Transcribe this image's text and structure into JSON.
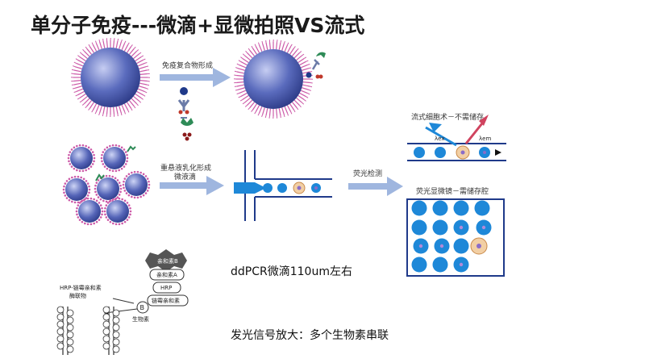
{
  "slide": {
    "title": "单分子免疫---微滴+显微拍照VS流式",
    "note_ddpcr": "ddPCR微滴110um左右",
    "note_signal": "发光信号放大：多个生物素串联"
  },
  "diagram": {
    "label_complex": "免疫复合物形成",
    "label_emulsion_line1": "重悬液乳化形成",
    "label_emulsion_line2": "微液滴",
    "label_fluor_detect": "荧光检测",
    "label_flow": "流式细胞术－不需储存",
    "label_ex": "λex",
    "label_em": "λem",
    "label_microscope": "荧光显微镜－需储存腔",
    "label_streptavidin_b": "亲和素B",
    "label_streptavidin_a": "亲和素A",
    "label_hrp": "HRP",
    "label_biotin_avidin": "链霉亲和素",
    "label_hrp_conjugate_line1": "HRP-链霉亲和素",
    "label_hrp_conjugate_line2": "酶联物",
    "label_biotin_letter": "B",
    "label_biotin": "生物素"
  },
  "colors": {
    "bead": "#4a5aa8",
    "bead_light": "#c6cdf2",
    "spike": "#cc5aa8",
    "arrow": "#7f9ed0",
    "droplet": "#1e88d8",
    "channel": "#1f3a8a",
    "cell_orange": "#f2cfa4"
  }
}
